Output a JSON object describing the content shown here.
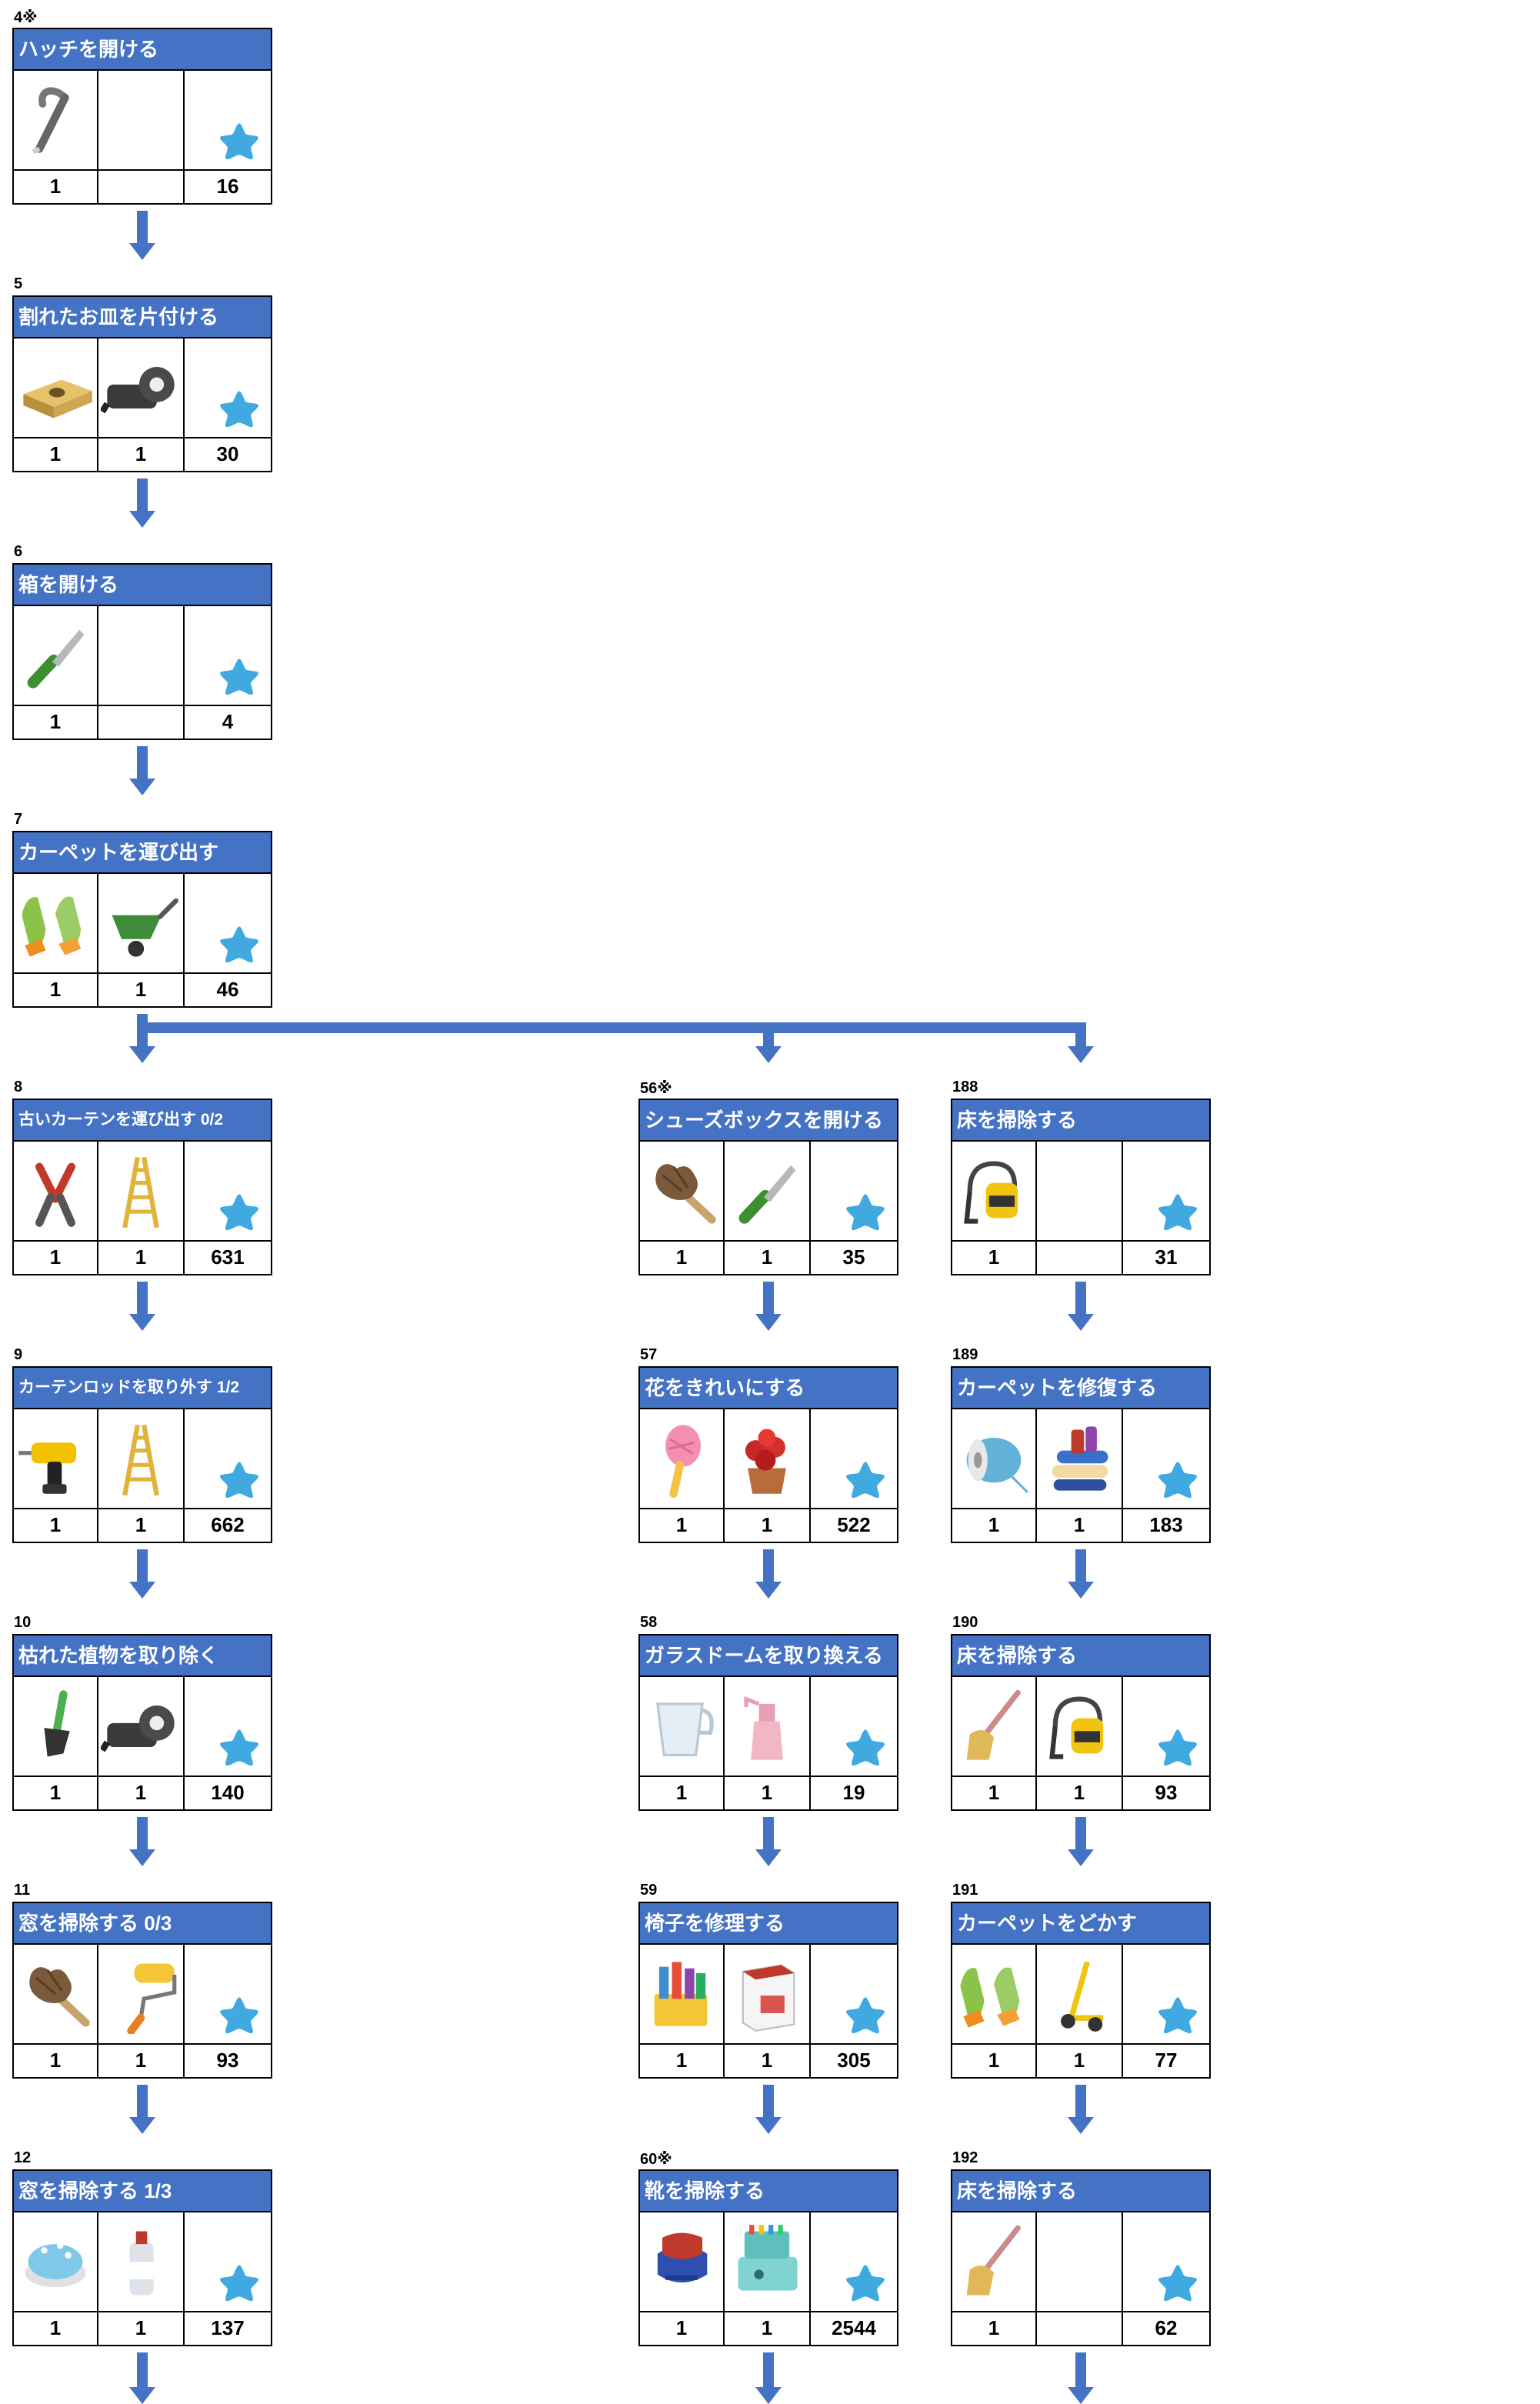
{
  "columns": [
    {
      "cards": [
        {
          "num": "4※",
          "title": "ハッチを開ける",
          "small": false,
          "items": [
            {
              "icon": "crowbar-icon",
              "qty": "1"
            },
            {
              "icon": "",
              "qty": ""
            }
          ],
          "reward": "16"
        },
        {
          "num": "5",
          "title": "割れたお皿を片付ける",
          "small": false,
          "items": [
            {
              "icon": "sponge-icon",
              "qty": "1"
            },
            {
              "icon": "tape-icon",
              "qty": "1"
            }
          ],
          "reward": "30"
        },
        {
          "num": "6",
          "title": "箱を開ける",
          "small": false,
          "items": [
            {
              "icon": "knife-icon",
              "qty": "1"
            },
            {
              "icon": "",
              "qty": ""
            }
          ],
          "reward": "4"
        },
        {
          "num": "7",
          "title": "カーペットを運び出す",
          "small": false,
          "items": [
            {
              "icon": "gloves-icon",
              "qty": "1"
            },
            {
              "icon": "wheelbarrow-icon",
              "qty": "1"
            }
          ],
          "reward": "46"
        },
        {
          "num": "8",
          "title": "古いカーテンを運び出す 0/2",
          "small": true,
          "items": [
            {
              "icon": "pruning-shears-icon",
              "qty": "1"
            },
            {
              "icon": "ladder-icon",
              "qty": "1"
            }
          ],
          "reward": "631"
        },
        {
          "num": "9",
          "title": "カーテンロッドを取り外す 1/2",
          "small": true,
          "items": [
            {
              "icon": "drill-icon",
              "qty": "1"
            },
            {
              "icon": "ladder-icon",
              "qty": "1"
            }
          ],
          "reward": "662"
        },
        {
          "num": "10",
          "title": "枯れた植物を取り除く",
          "small": false,
          "items": [
            {
              "icon": "shovel-icon",
              "qty": "1"
            },
            {
              "icon": "tape-icon",
              "qty": "1"
            }
          ],
          "reward": "140"
        },
        {
          "num": "11",
          "title": "窓を掃除する 0/3",
          "small": false,
          "items": [
            {
              "icon": "duster-icon",
              "qty": "1"
            },
            {
              "icon": "paint-roller-icon",
              "qty": "1"
            }
          ],
          "reward": "93"
        },
        {
          "num": "12",
          "title": "窓を掃除する 1/3",
          "small": false,
          "items": [
            {
              "icon": "pincushion-icon",
              "qty": "1"
            },
            {
              "icon": "bottle-icon",
              "qty": "1"
            }
          ],
          "reward": "137"
        }
      ]
    },
    {
      "cards": [
        {
          "num": "56※",
          "title": "シューズボックスを開ける",
          "small": false,
          "items": [
            {
              "icon": "duster-icon",
              "qty": "1"
            },
            {
              "icon": "knife-icon",
              "qty": "1"
            }
          ],
          "reward": "35"
        },
        {
          "num": "57",
          "title": "花をきれいにする",
          "small": false,
          "items": [
            {
              "icon": "feather-duster-icon",
              "qty": "1"
            },
            {
              "icon": "flower-pot-icon",
              "qty": "1"
            }
          ],
          "reward": "522"
        },
        {
          "num": "58",
          "title": "ガラスドームを取り換える",
          "small": false,
          "items": [
            {
              "icon": "measuring-cup-icon",
              "qty": "1"
            },
            {
              "icon": "spray-bottle-icon",
              "qty": "1"
            }
          ],
          "reward": "19"
        },
        {
          "num": "59",
          "title": "椅子を修理する",
          "small": false,
          "items": [
            {
              "icon": "thread-basket-icon",
              "qty": "1"
            },
            {
              "icon": "box-icon",
              "qty": "1"
            }
          ],
          "reward": "305"
        },
        {
          "num": "60※",
          "title": "靴を掃除する",
          "small": false,
          "items": [
            {
              "icon": "fabric-icon",
              "qty": "1"
            },
            {
              "icon": "sewing-machine-icon",
              "qty": "1"
            }
          ],
          "reward": "2544"
        }
      ]
    },
    {
      "cards": [
        {
          "num": "188",
          "title": "床を掃除する",
          "small": false,
          "items": [
            {
              "icon": "vacuum-icon",
              "qty": "1"
            },
            {
              "icon": "",
              "qty": ""
            }
          ],
          "reward": "31"
        },
        {
          "num": "189",
          "title": "カーペットを修復する",
          "small": false,
          "items": [
            {
              "icon": "thread-spool-icon",
              "qty": "1"
            },
            {
              "icon": "fabric-rolls-icon",
              "qty": "1"
            }
          ],
          "reward": "183"
        },
        {
          "num": "190",
          "title": "床を掃除する",
          "small": false,
          "items": [
            {
              "icon": "mop-icon",
              "qty": "1"
            },
            {
              "icon": "vacuum-icon",
              "qty": "1"
            }
          ],
          "reward": "93"
        },
        {
          "num": "191",
          "title": "カーペットをどかす",
          "small": false,
          "items": [
            {
              "icon": "gloves-icon",
              "qty": "1"
            },
            {
              "icon": "hand-truck-icon",
              "qty": "1"
            }
          ],
          "reward": "77"
        },
        {
          "num": "192",
          "title": "床を掃除する",
          "small": false,
          "items": [
            {
              "icon": "mop-icon",
              "qty": "1"
            },
            {
              "icon": "",
              "qty": ""
            }
          ],
          "reward": "62"
        }
      ]
    }
  ],
  "colors": {
    "header": "#4472c4",
    "arrow": "#4472c4",
    "star": "#3fa9e0"
  }
}
